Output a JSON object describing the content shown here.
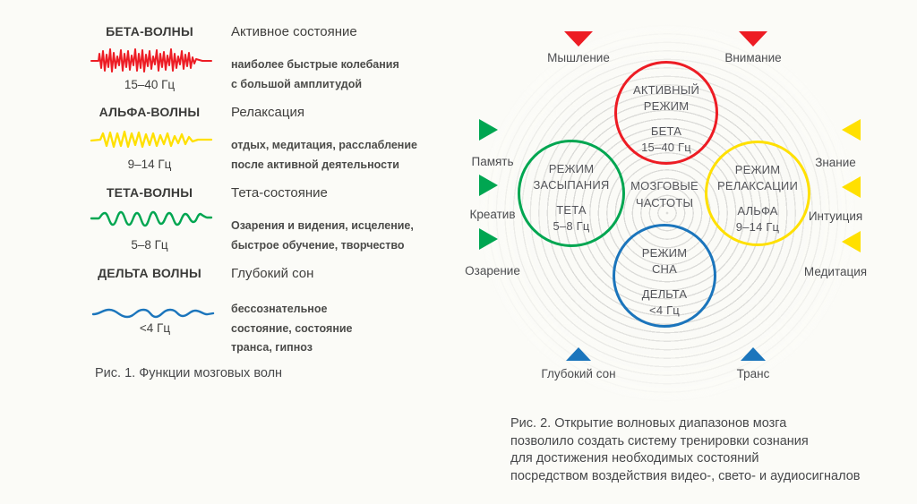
{
  "colors": {
    "beta_red": "#ed1c24",
    "alpha_yellow": "#ffe000",
    "theta_green": "#00a651",
    "delta_blue": "#1b75bc",
    "background": "#fbfbf7",
    "ripple_gray": "#dbdbd8"
  },
  "fig1": {
    "caption": "Рис. 1. Функции мозговых волн",
    "rows": [
      {
        "name": "БЕТА-ВОЛНЫ",
        "freq": "15–40 Гц",
        "state": "Активное состояние",
        "desc": [
          "наиболее быстрые колебания",
          "с большой амплитудой"
        ]
      },
      {
        "name": "АЛЬФА-ВОЛНЫ",
        "freq": "9–14 Гц",
        "state": "Релаксация",
        "desc": [
          "отдых, медитация, расслабление",
          "после активной деятельности"
        ]
      },
      {
        "name": "ТЕТА-ВОЛНЫ",
        "freq": "5–8 Гц",
        "state": "Тета-состояние",
        "desc": [
          "Озарения и видения, исцеление,",
          "быстрое обучение, творчество"
        ]
      },
      {
        "name": "ДЕЛЬТА ВОЛНЫ",
        "freq": "<4 Гц",
        "state": "Глубокий сон",
        "desc": [
          "бессознательное",
          "состояние, состояние",
          "транса, гипноз"
        ]
      }
    ]
  },
  "fig2": {
    "caption": [
      "Рис. 2. Открытие волновых диапазонов мозга",
      "позволило создать систему тренировки сознания",
      "для достижения необходимых состояний",
      "посредством воздействия видео-, свето- и аудиосигналов"
    ],
    "center": [
      "МОЗГОВЫЕ",
      "ЧАСТОТЫ"
    ],
    "circles": {
      "beta": {
        "mode": [
          "АКТИВНЫЙ",
          "РЕЖИМ"
        ],
        "wave": "БЕТА",
        "freq": "15–40 Гц"
      },
      "theta": {
        "mode": [
          "РЕЖИМ",
          "ЗАСЫПАНИЯ"
        ],
        "wave": "ТЕТА",
        "freq": "5–8 Гц"
      },
      "alpha": {
        "mode": [
          "РЕЖИМ",
          "РЕЛАКСАЦИИ"
        ],
        "wave": "АЛЬФА",
        "freq": "9–14 Гц"
      },
      "delta": {
        "mode": [
          "РЕЖИМ",
          "СНА"
        ],
        "wave": "ДЕЛЬТА",
        "freq": "<4 Гц"
      }
    },
    "arrows": {
      "top": [
        "Мышление",
        "Внимание"
      ],
      "left": [
        "Память",
        "Креатив",
        "Озарение"
      ],
      "right": [
        "Знание",
        "Интуиция",
        "Медитация"
      ],
      "bottom": [
        "Глубокий сон",
        "Транс"
      ]
    }
  }
}
